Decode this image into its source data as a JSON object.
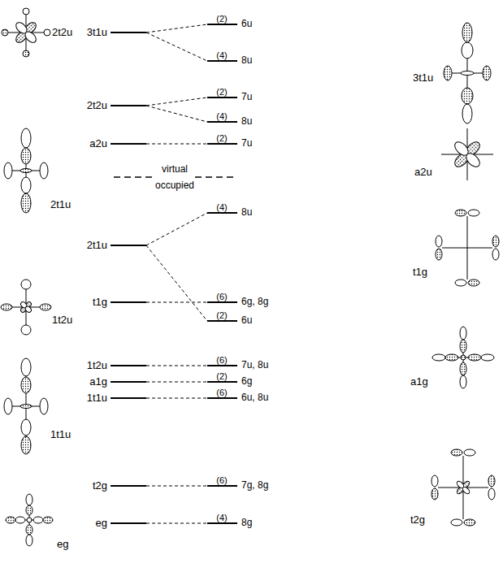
{
  "diagram": {
    "labels": [
      "3t1u",
      "2t2u",
      "a2u",
      "virtual",
      "occupied",
      "2t1u",
      "t1g",
      "1t2u",
      "a1g",
      "1t1u",
      "t2g",
      "eg",
      "(2)",
      "6u",
      "(4)",
      "8u",
      "(2)",
      "7u",
      "(4)",
      "8u",
      "(2)",
      "7u",
      "(4)",
      "8u",
      "(6)",
      "6g, 8g",
      "(2)",
      "6u",
      "(6)",
      "7u, 8u",
      "(2)",
      "6g",
      "(6)",
      "6u, 8u",
      "(6)",
      "7g, 8g",
      "(4)",
      "8g",
      "2t2u",
      "2t1u",
      "1t2u",
      "1t1u",
      "eg",
      "3t1u",
      "a2u",
      "t1g",
      "a1g",
      "t2g"
    ]
  }
}
